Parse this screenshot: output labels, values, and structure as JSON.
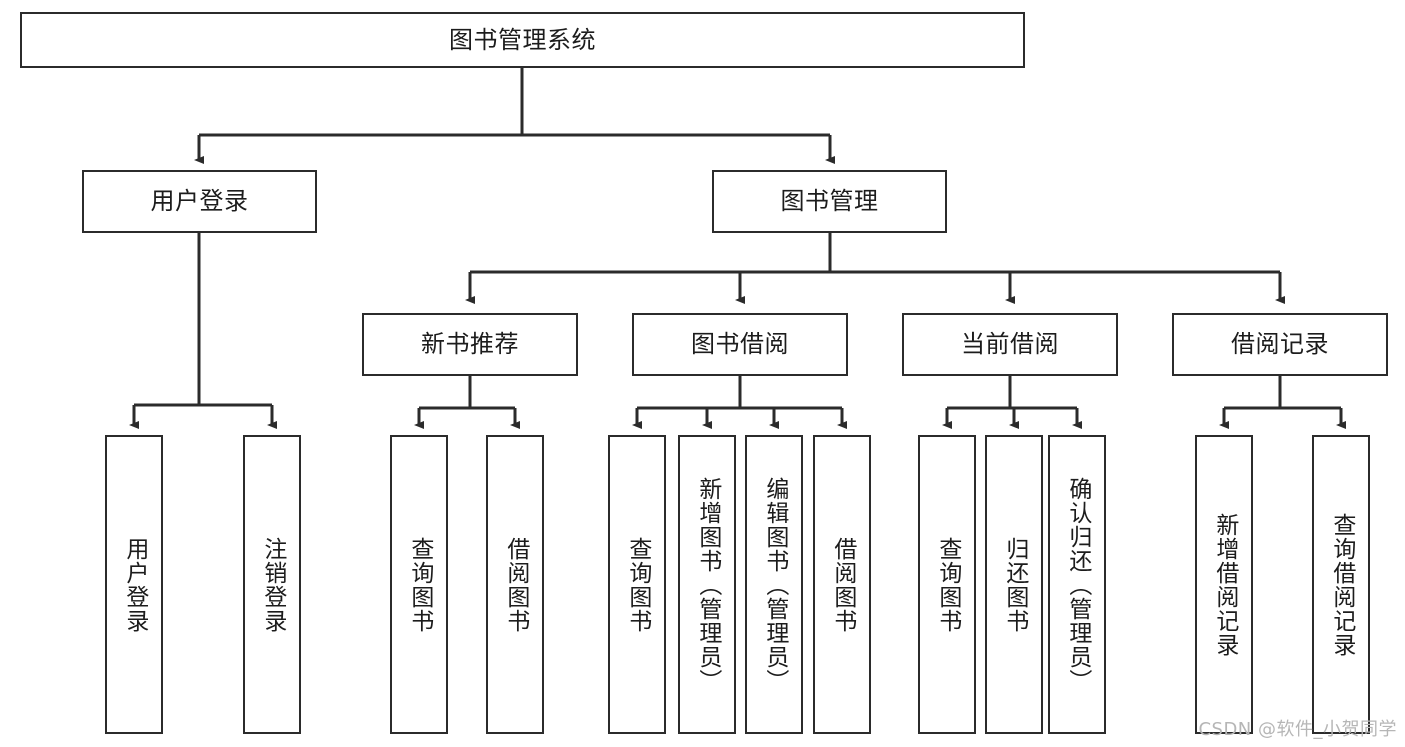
{
  "diagram": {
    "title_node": {
      "label": "图书管理系统"
    },
    "level2": [
      {
        "id": "user-login",
        "label": "用户登录"
      },
      {
        "id": "book-management",
        "label": "图书管理"
      }
    ],
    "level3": [
      {
        "id": "new-book-recommend",
        "label": "新书推荐"
      },
      {
        "id": "book-borrow",
        "label": "图书借阅"
      },
      {
        "id": "current-borrow",
        "label": "当前借阅"
      },
      {
        "id": "borrow-record",
        "label": "借阅记录"
      }
    ],
    "leaves": {
      "user_login": [
        {
          "id": "leaf-user-login",
          "label": "用户登录"
        },
        {
          "id": "leaf-logout-login",
          "label": "注销登录"
        }
      ],
      "new_book_recommend": [
        {
          "id": "leaf-query-book-1",
          "label": "查询图书"
        },
        {
          "id": "leaf-borrow-book-1",
          "label": "借阅图书"
        }
      ],
      "book_borrow": [
        {
          "id": "leaf-query-book-2",
          "label": "查询图书"
        },
        {
          "id": "leaf-add-book",
          "label": "新增图书（管理员）"
        },
        {
          "id": "leaf-edit-book",
          "label": "编辑图书（管理员）"
        },
        {
          "id": "leaf-borrow-book-2",
          "label": "借阅图书"
        }
      ],
      "current_borrow": [
        {
          "id": "leaf-query-book-3",
          "label": "查询图书"
        },
        {
          "id": "leaf-return-book",
          "label": "归还图书"
        },
        {
          "id": "leaf-confirm-return",
          "label": "确认归还（管理员）"
        }
      ],
      "borrow_record": [
        {
          "id": "leaf-add-record",
          "label": "新增借阅记录"
        },
        {
          "id": "leaf-query-record",
          "label": "查询借阅记录"
        }
      ]
    },
    "watermark": "CSDN @软件_小贺同学",
    "colors": {
      "stroke": "#2b2b2b",
      "background": "#ffffff",
      "text": "#1c1c1c",
      "watermark": "#b6b6b6"
    }
  }
}
